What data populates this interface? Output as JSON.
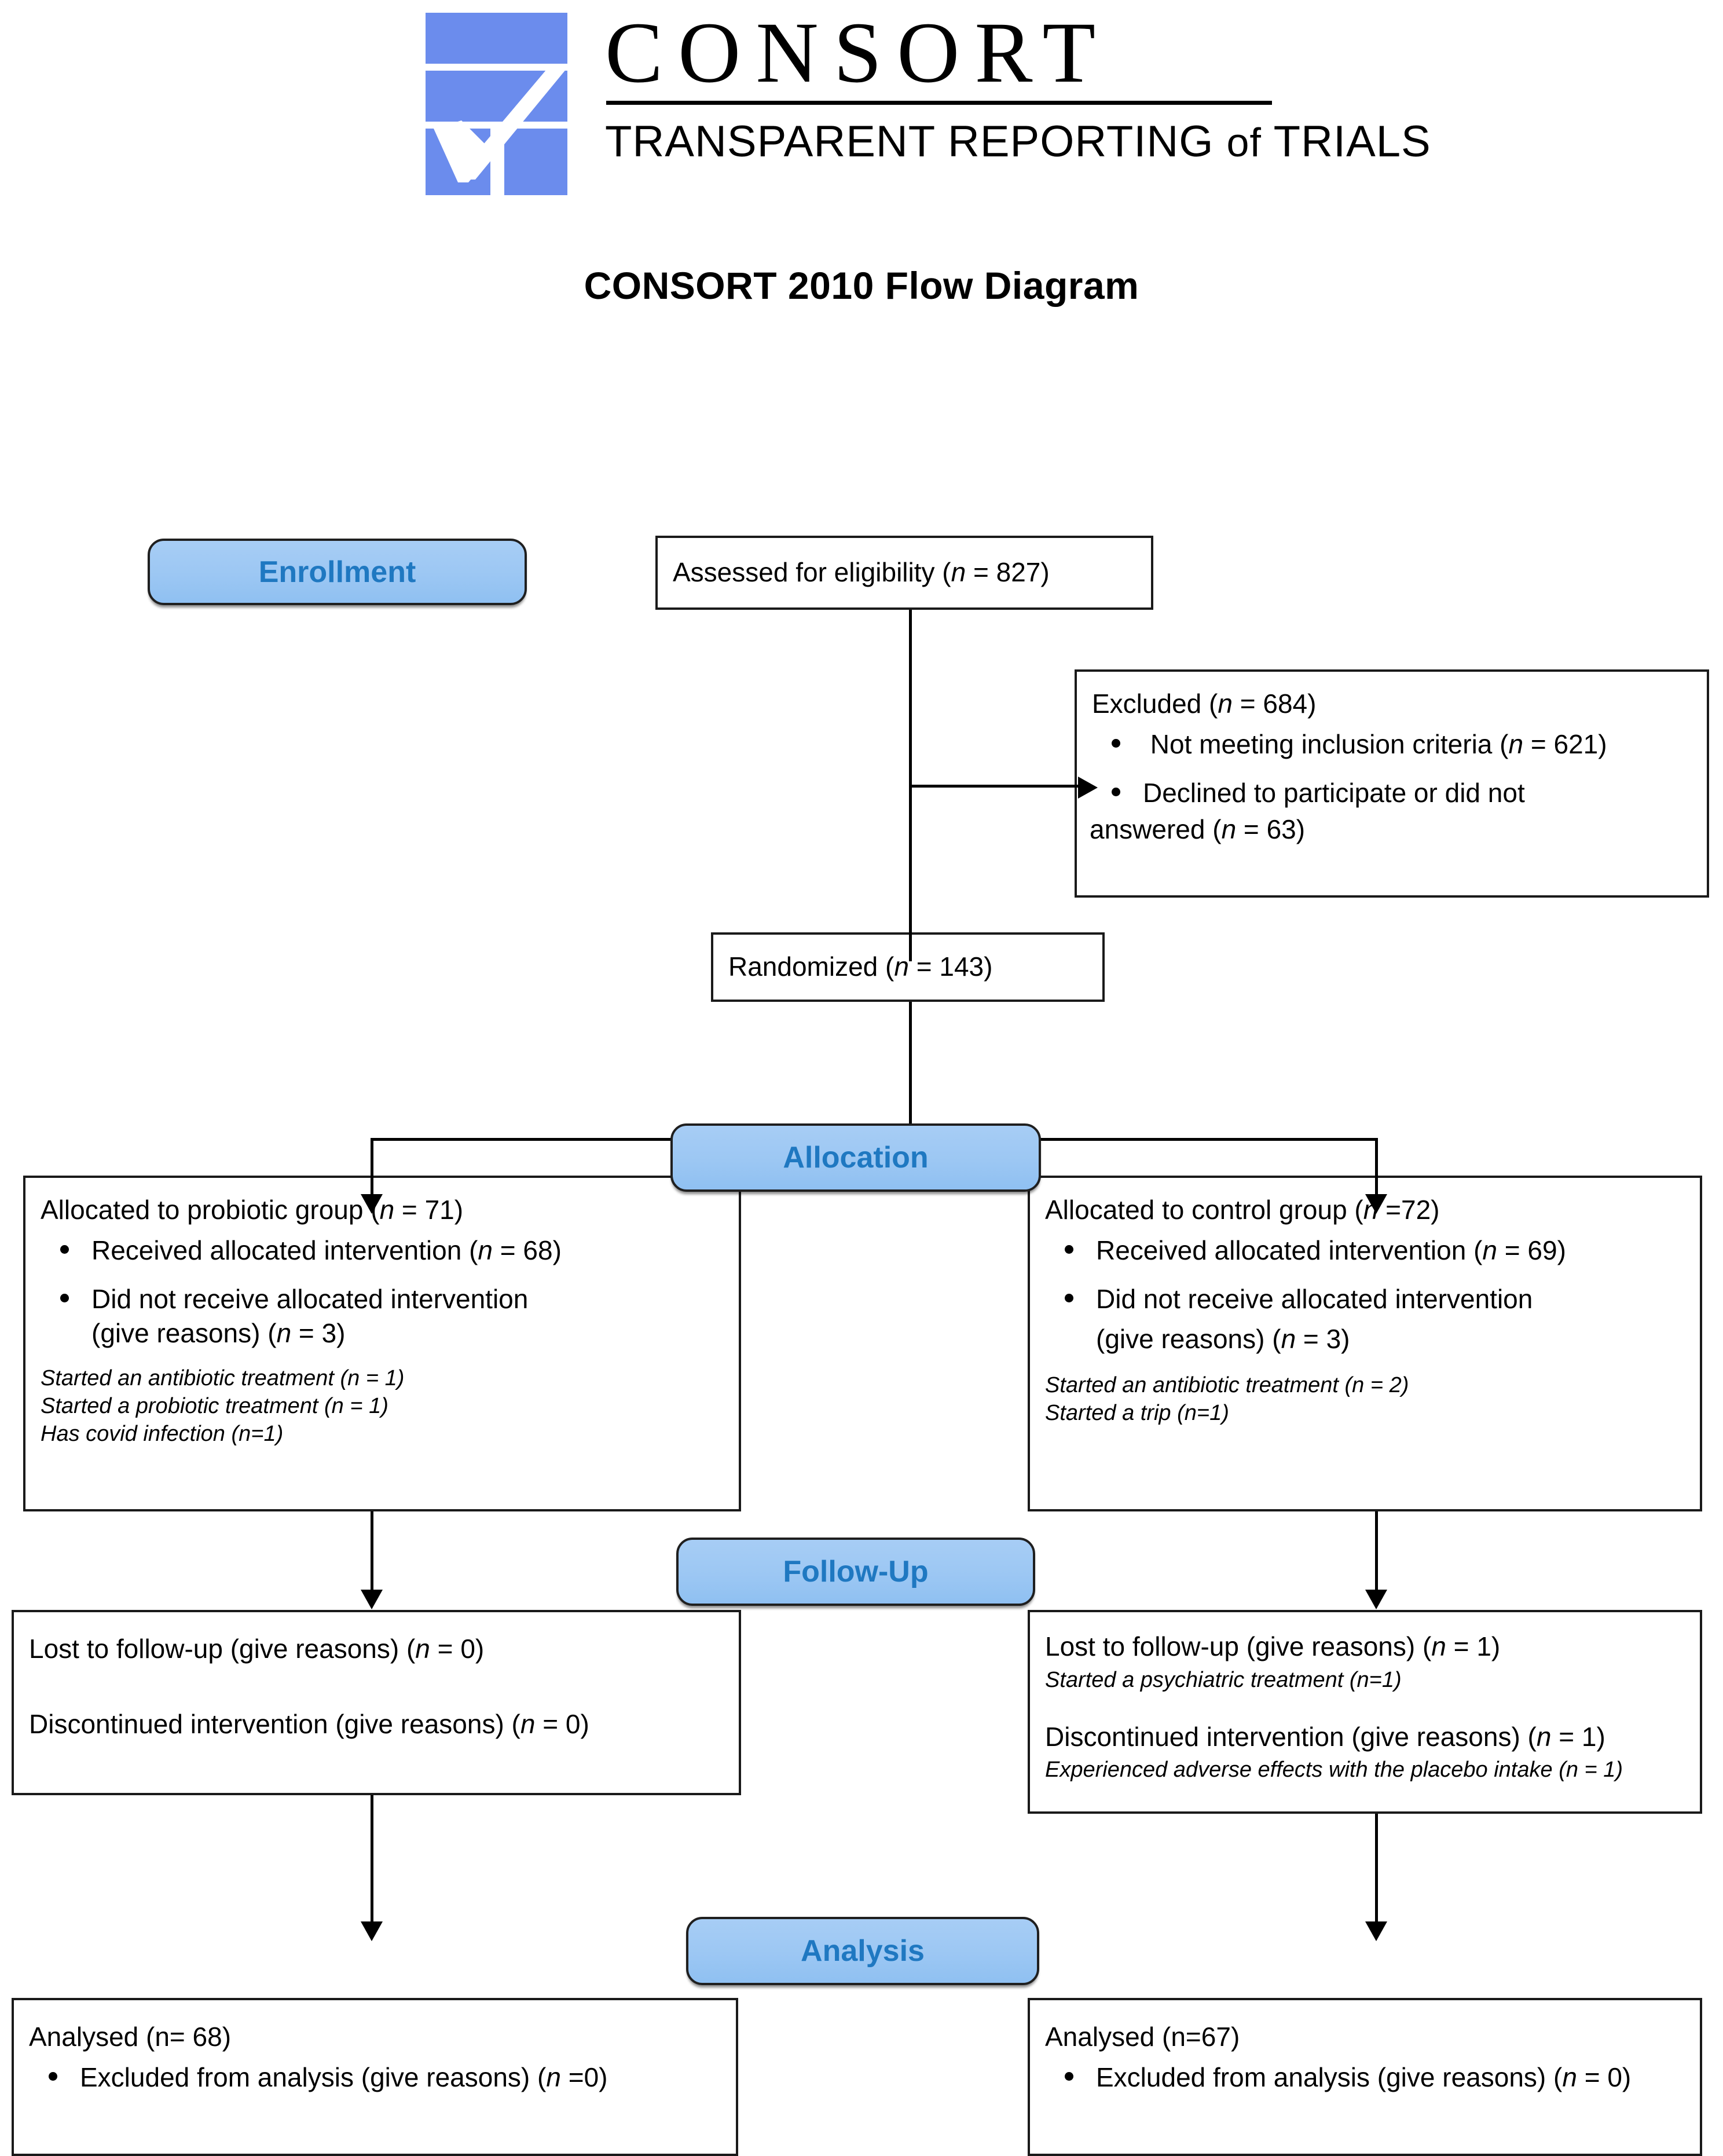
{
  "header": {
    "logo_word": "CONSORT",
    "logo_tagline_main": "TRANSPARENT REPORTING",
    "logo_tagline_of": "of",
    "logo_tagline_tail": "TRIALS",
    "flow_title": "CONSORT 2010 Flow Diagram"
  },
  "stages": {
    "enrollment": "Enrollment",
    "allocation": "Allocation",
    "followup": "Follow-Up",
    "analysis": "Analysis"
  },
  "enrollment": {
    "assessed": "Assessed for eligibility (n = 827)",
    "excluded_title": "Excluded (n = 684)",
    "excluded_items": [
      "Not meeting inclusion criteria (n = 621)",
      "Declined to participate or did not answered (n = 63)"
    ],
    "randomized": "Randomized (n = 143)"
  },
  "allocation": {
    "left": {
      "title": "Allocated to probiotic group (n = 71)",
      "items": [
        "Received allocated intervention (n = 68)",
        "Did not receive allocated intervention (give reasons) (n = 3)"
      ],
      "reasons": [
        "Started an antibiotic treatment (n = 1)",
        "Started a probiotic treatment (n = 1)",
        "Has covid infection (n=1)"
      ]
    },
    "right": {
      "title": "Allocated to control group (n =72)",
      "items": [
        "Received allocated intervention (n = 69)",
        "Did not receive allocated intervention (give reasons) (n = 3)"
      ],
      "reasons": [
        "Started an antibiotic treatment (n = 2)",
        "Started a trip (n=1)"
      ]
    }
  },
  "followup": {
    "left": {
      "lost": "Lost to follow-up (give reasons) (n = 0)",
      "lost_reasons": [],
      "discontinued": "Discontinued intervention (give reasons) (n = 0)",
      "discontinued_reasons": []
    },
    "right": {
      "lost": "Lost to follow-up (give reasons) (n = 1)",
      "lost_reasons": [
        "Started a psychiatric treatment (n=1)"
      ],
      "discontinued": "Discontinued intervention (give reasons) (n = 1)",
      "discontinued_reasons": [
        "Experienced adverse effects with the placebo intake (n = 1)"
      ]
    }
  },
  "analysis": {
    "left": {
      "title": "Analysed (n= 68)",
      "items": [
        "Excluded from analysis (give reasons) (n =0)"
      ]
    },
    "right": {
      "title": "Analysed (n=67)",
      "items": [
        "Excluded from analysis (give reasons) (n = 0)"
      ]
    }
  },
  "colors": {
    "stage_fill": "#9cc7f3",
    "stage_text": "#1f78c1",
    "logo_blue": "#6b8ced",
    "box_border": "#1a1a1a"
  }
}
